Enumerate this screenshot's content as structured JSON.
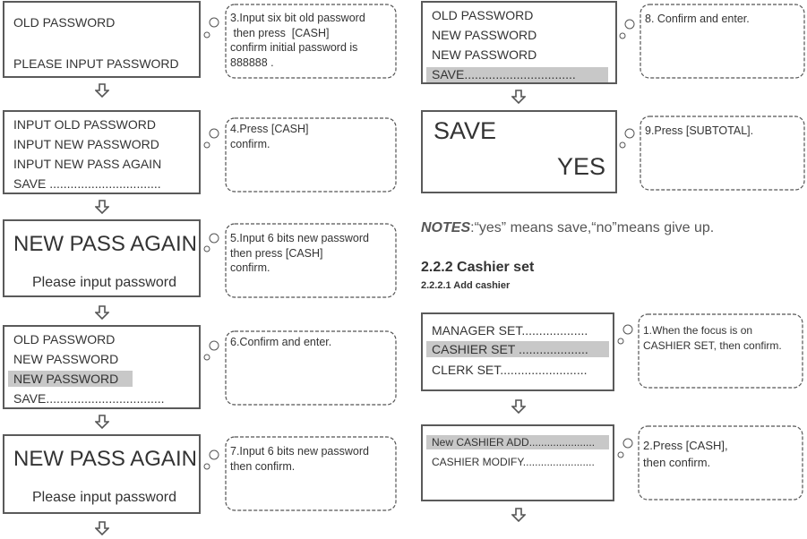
{
  "left": {
    "s1": {
      "l1": "OLD PASSWORD",
      "l2": "PLEASE INPUT PASSWORD"
    },
    "b1": "3.Input six bit old password\n then press  [CASH]\nconfirm initial password is\n888888 .",
    "s2": {
      "l1": "INPUT OLD PASSWORD",
      "l2": "INPUT NEW PASSWORD",
      "l3": "INPUT NEW PASS AGAIN",
      "l4": "SAVE ................................"
    },
    "b2": "4.Press [CASH]\nconfirm.",
    "s3": {
      "l1": "NEW PASS AGAIN",
      "l2": "Please input password"
    },
    "b3": "5.Input 6 bits new password\nthen press [CASH]\nconfirm.",
    "s4": {
      "l1": "OLD PASSWORD",
      "l2": "NEW PASSWORD",
      "l3": "NEW PASSWORD",
      "l4": "SAVE.................................."
    },
    "b4": "6.Confirm and enter.",
    "s5": {
      "l1": "NEW PASS AGAIN",
      "l2": "Please input password"
    },
    "b5": "7.Input 6 bits new password\nthen confirm."
  },
  "right": {
    "s6": {
      "l1": "OLD PASSWORD",
      "l2": "NEW PASSWORD",
      "l3": "NEW PASSWORD",
      "l4": "SAVE................................"
    },
    "b6": "8. Confirm and enter.",
    "s7": {
      "l1": "SAVE",
      "l2": "YES"
    },
    "b7": "9.Press [SUBTOTAL].",
    "note_label": "NOTES",
    "note_text": ":“yes” means save,“no”means give up.",
    "section": "2.2.2 Cashier set",
    "subsection": "2.2.2.1 Add cashier",
    "s8": {
      "l1": "MANAGER SET...................",
      "l2": "CASHIER SET ....................",
      "l3": "CLERK SET........................."
    },
    "b8": "1.When the focus is on\nCASHIER SET, then confirm.",
    "s9": {
      "l1": "New CASHIER ADD......................",
      "l2": "CASHIER MODIFY........................"
    },
    "b9": "2.Press [CASH],\nthen confirm."
  }
}
